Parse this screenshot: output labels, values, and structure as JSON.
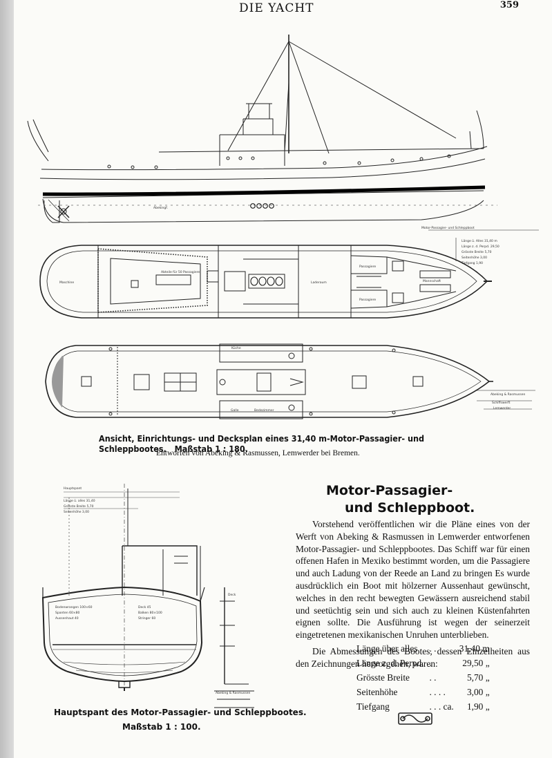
{
  "header": {
    "title": "DIE YACHT",
    "page_number": "359"
  },
  "figure1": {
    "caption": "Ansicht, Einrichtungs- und Decksplan eines 31,40 m-Motor-Passagier- und Schleppbootes.",
    "scale": "Maßstab 1 : 180.",
    "credit": "Entworfen von Abeking & Rasmussen, Lemwerder bei Bremen."
  },
  "figure2": {
    "caption": "Hauptspant des Motor-Passagier- und Schleppbootes.",
    "scale": "Maßstab 1 : 100."
  },
  "article": {
    "title_line1": "Motor-Passagier-",
    "title_line2": "und Schleppboot.",
    "paragraph1": "Vorstehend veröffentlichen wir die Pläne eines von der Werft von Abeking & Rasmussen in Lemwerder entworfenen Motor-Passagier- und Schleppbootes. Das Schiff war für einen offenen Hafen in Mexiko bestimmt worden, um die Passagiere und auch Ladung von der Reede an Land zu bringen Es wurde ausdrücklich ein Boot mit hölzerner Aussenhaut gewünscht, welches in den recht bewegten Gewässern ausreichend stabil und seetüchtig sein und sich auch zu kleinen Küstenfahrten eignen sollte. Die Ausführung ist wegen der seinerzeit eingetretenen mexikanischen Unruhen unterblieben.",
    "paragraph2": "Die Abmessungen des Bootes, dessen Einzelheiten aus den Zeichnungen hervorgehen, waren:",
    "dimensions": [
      {
        "label": "Länge über alles",
        "dots": ". .",
        "value": "31,40 m"
      },
      {
        "label": "Länge z. d. Perpd.",
        "dots": ".",
        "value": "29,50 „"
      },
      {
        "label": "Grösste Breite",
        "dots": ". .",
        "value": "5,70 „"
      },
      {
        "label": "Seitenhöhe",
        "dots": ". . . .",
        "value": "3,00 „"
      },
      {
        "label": "Tiefgang",
        "dots": ". . . ca.",
        "value": "1,90 „"
      }
    ]
  },
  "colors": {
    "paper": "#fbfbf8",
    "ink": "#111111",
    "waterline": "#000000"
  }
}
